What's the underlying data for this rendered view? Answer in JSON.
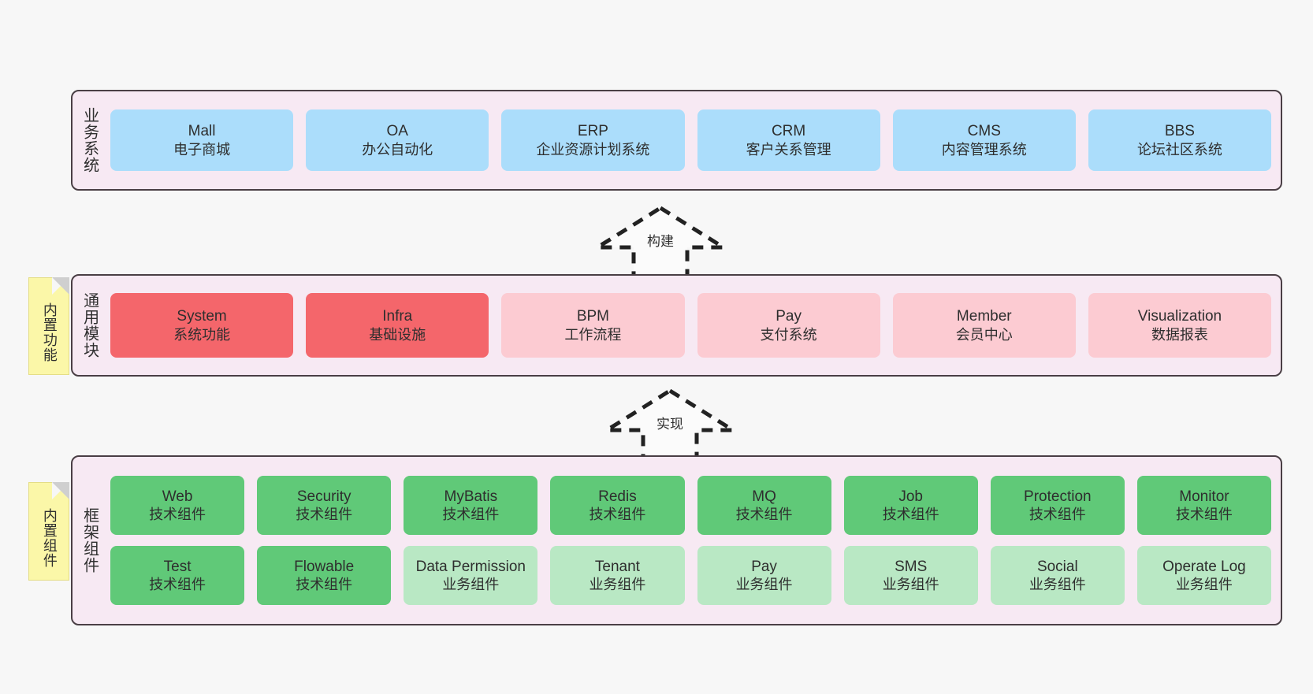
{
  "diagram": {
    "background": "#f7f7f7",
    "accent_border": "#4a3f45",
    "layer_fill": "#f7e9f3",
    "note_fill": "#fbf7a8"
  },
  "layers": [
    {
      "id": "business",
      "title": "业务系统",
      "color": "#abddfb",
      "rows": [
        {
          "boxes": [
            {
              "name": "Mall",
              "desc": "电子商城",
              "variant": "c-blue"
            },
            {
              "name": "OA",
              "desc": "办公自动化",
              "variant": "c-blue"
            },
            {
              "name": "ERP",
              "desc": "企业资源计划系统",
              "variant": "c-blue"
            },
            {
              "name": "CRM",
              "desc": "客户关系管理",
              "variant": "c-blue"
            },
            {
              "name": "CMS",
              "desc": "内容管理系统",
              "variant": "c-blue"
            },
            {
              "name": "BBS",
              "desc": "论坛社区系统",
              "variant": "c-blue"
            }
          ]
        }
      ]
    },
    {
      "id": "common",
      "title": "通用模块",
      "note": "内置功能",
      "rows": [
        {
          "boxes": [
            {
              "name": "System",
              "desc": "系统功能",
              "variant": "c-red"
            },
            {
              "name": "Infra",
              "desc": "基础设施",
              "variant": "c-red"
            },
            {
              "name": "BPM",
              "desc": "工作流程",
              "variant": "c-pink"
            },
            {
              "name": "Pay",
              "desc": "支付系统",
              "variant": "c-pink"
            },
            {
              "name": "Member",
              "desc": "会员中心",
              "variant": "c-pink"
            },
            {
              "name": "Visualization",
              "desc": "数据报表",
              "variant": "c-pink"
            }
          ]
        }
      ]
    },
    {
      "id": "framework",
      "title": "框架组件",
      "note": "内置组件",
      "rows": [
        {
          "boxes": [
            {
              "name": "Web",
              "desc": "技术组件",
              "variant": "c-green"
            },
            {
              "name": "Security",
              "desc": "技术组件",
              "variant": "c-green"
            },
            {
              "name": "MyBatis",
              "desc": "技术组件",
              "variant": "c-green"
            },
            {
              "name": "Redis",
              "desc": "技术组件",
              "variant": "c-green"
            },
            {
              "name": "MQ",
              "desc": "技术组件",
              "variant": "c-green"
            },
            {
              "name": "Job",
              "desc": "技术组件",
              "variant": "c-green"
            },
            {
              "name": "Protection",
              "desc": "技术组件",
              "variant": "c-green"
            },
            {
              "name": "Monitor",
              "desc": "技术组件",
              "variant": "c-green"
            }
          ]
        },
        {
          "boxes": [
            {
              "name": "Test",
              "desc": "技术组件",
              "variant": "c-green"
            },
            {
              "name": "Flowable",
              "desc": "技术组件",
              "variant": "c-green"
            },
            {
              "name": "Data Permission",
              "desc": "业务组件",
              "variant": "c-greenlight"
            },
            {
              "name": "Tenant",
              "desc": "业务组件",
              "variant": "c-greenlight"
            },
            {
              "name": "Pay",
              "desc": "业务组件",
              "variant": "c-greenlight"
            },
            {
              "name": "SMS",
              "desc": "业务组件",
              "variant": "c-greenlight"
            },
            {
              "name": "Social",
              "desc": "业务组件",
              "variant": "c-greenlight"
            },
            {
              "name": "Operate Log",
              "desc": "业务组件",
              "variant": "c-greenlight"
            }
          ]
        }
      ]
    }
  ],
  "connectors": [
    {
      "id": "build",
      "label": "构建",
      "style": "dashed-hollow-arrow-up"
    },
    {
      "id": "implement",
      "label": "实现",
      "style": "dashed-hollow-arrow-up"
    }
  ]
}
